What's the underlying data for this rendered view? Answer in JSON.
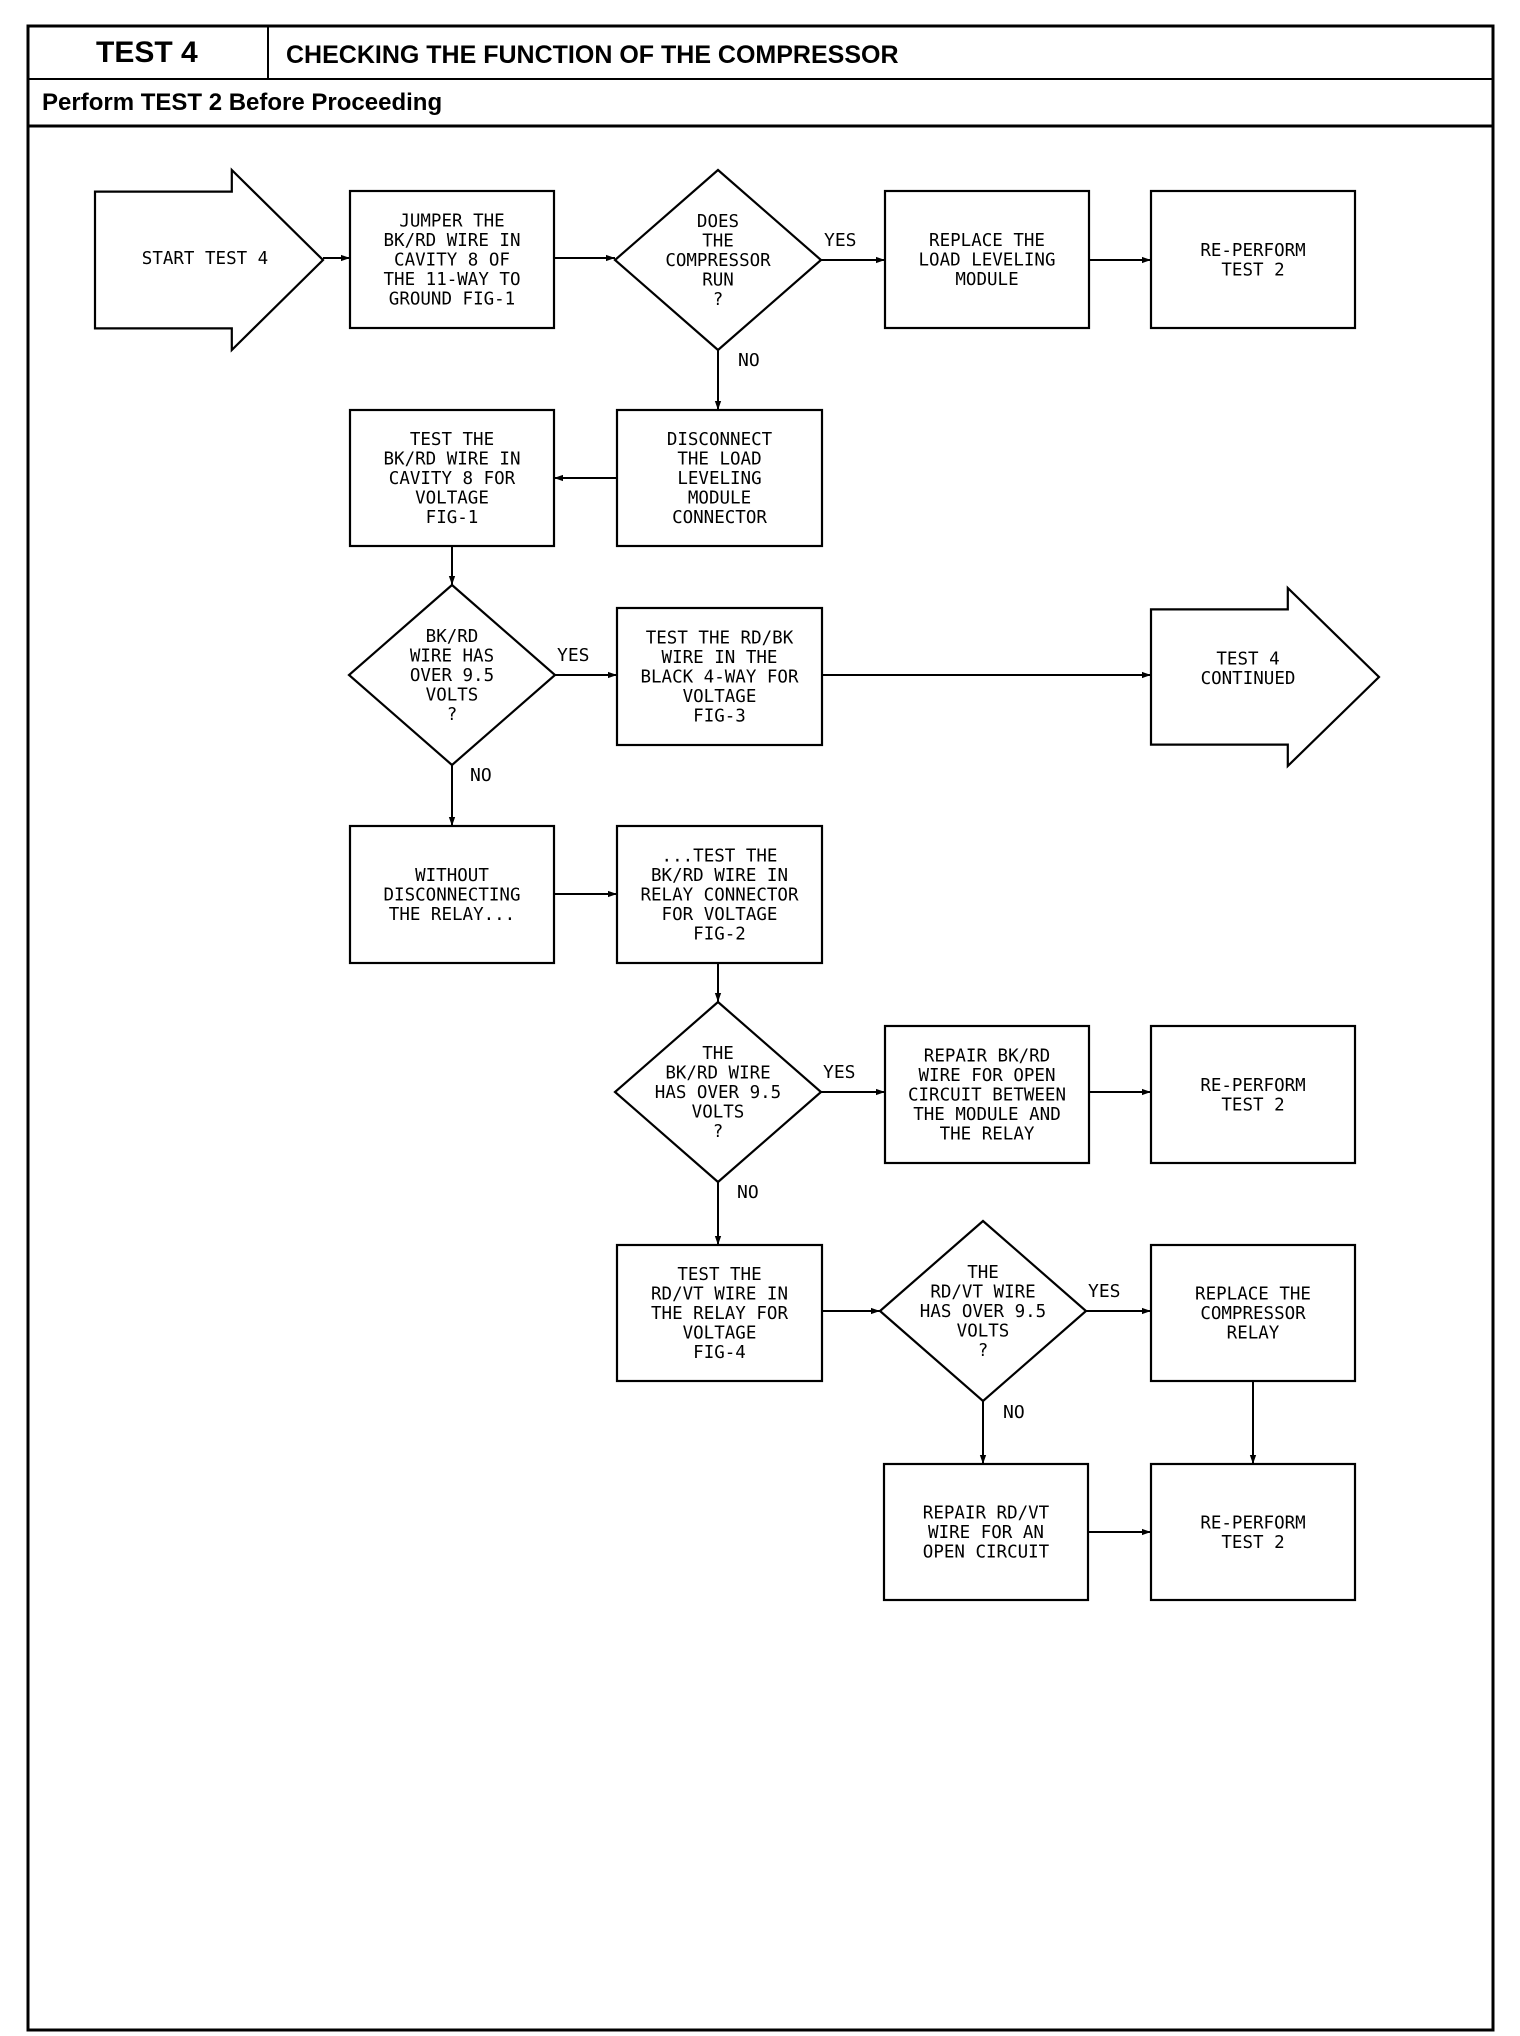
{
  "header": {
    "test_label": "TEST 4",
    "title": "CHECKING THE FUNCTION OF THE COMPRESSOR",
    "subheader": "Perform TEST 2 Before Proceeding"
  },
  "nodes": {
    "start": [
      "START TEST 4"
    ],
    "jumper": [
      "JUMPER THE",
      "BK/RD WIRE IN",
      "CAVITY 8 OF",
      "THE 11-WAY TO",
      "GROUND FIG-1"
    ],
    "d_run": [
      "DOES",
      "THE",
      "COMPRESSOR",
      "RUN",
      "?"
    ],
    "replace_llm": [
      "REPLACE THE",
      "LOAD LEVELING",
      "MODULE"
    ],
    "reperform_1": [
      "RE-PERFORM",
      "TEST 2"
    ],
    "disconnect": [
      "DISCONNECT",
      "THE LOAD",
      "LEVELING",
      "MODULE",
      "CONNECTOR"
    ],
    "test_cav8": [
      "TEST THE",
      "BK/RD WIRE IN",
      "CAVITY 8 FOR",
      "VOLTAGE",
      "FIG-1"
    ],
    "d_bkrd": [
      "BK/RD",
      "WIRE HAS",
      "OVER 9.5",
      "VOLTS",
      "?"
    ],
    "test_rdbk": [
      "TEST THE RD/BK",
      "WIRE IN THE",
      "BLACK 4-WAY FOR",
      "VOLTAGE",
      "FIG-3"
    ],
    "continued": [
      "TEST 4",
      "CONTINUED"
    ],
    "without": [
      "WITHOUT",
      "DISCONNECTING",
      "THE RELAY..."
    ],
    "test_relay": [
      "...TEST THE",
      "BK/RD WIRE IN",
      "RELAY CONNECTOR",
      "FOR VOLTAGE",
      "FIG-2"
    ],
    "d_bkrd2": [
      "THE",
      "BK/RD WIRE",
      "HAS OVER 9.5",
      "VOLTS",
      "?"
    ],
    "repair_bkrd": [
      "REPAIR BK/RD",
      "WIRE FOR OPEN",
      "CIRCUIT BETWEEN",
      "THE MODULE AND",
      "THE RELAY"
    ],
    "reperform_2": [
      "RE-PERFORM",
      "TEST 2"
    ],
    "test_rdvt": [
      "TEST THE",
      "RD/VT WIRE IN",
      "THE RELAY FOR",
      "VOLTAGE",
      "FIG-4"
    ],
    "d_rdvt": [
      "THE",
      "RD/VT WIRE",
      "HAS OVER 9.5",
      "VOLTS",
      "?"
    ],
    "replace_relay": [
      "REPLACE THE",
      "COMPRESSOR",
      "RELAY"
    ],
    "repair_rdvt": [
      "REPAIR RD/VT",
      "WIRE FOR AN",
      "OPEN CIRCUIT"
    ],
    "reperform_3": [
      "RE-PERFORM",
      "TEST 2"
    ]
  },
  "labels": {
    "yes": "YES",
    "no": "NO"
  }
}
